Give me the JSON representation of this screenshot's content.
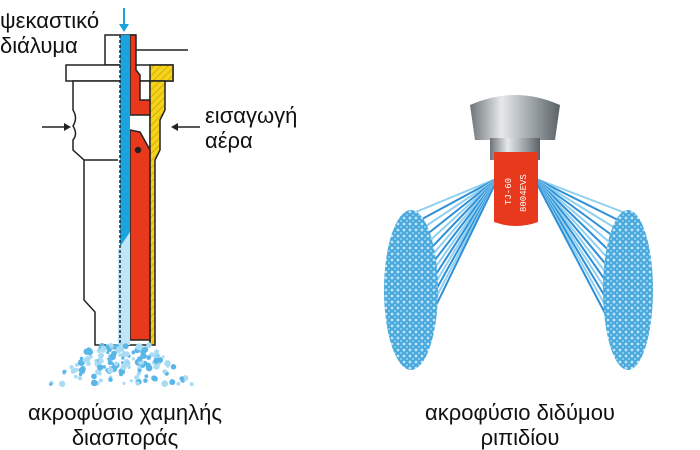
{
  "labels": {
    "spray_solution": [
      "ψεκαστικό",
      "διάλυμα"
    ],
    "air_intake": [
      "εισαγωγή",
      "αέρα"
    ],
    "nozzle_markings": [
      "TJ-60",
      "8004EVS"
    ]
  },
  "captions": {
    "left": [
      "ακροφύσιο χαμηλής",
      "διασποράς"
    ],
    "right": [
      "ακροφύσιο διδύμου",
      "ριπιδίου"
    ]
  },
  "colors": {
    "liquid": "#1aa3dc",
    "red": "#e8391d",
    "yellow": "#f5d31a",
    "spray": "#5ab6e6"
  }
}
